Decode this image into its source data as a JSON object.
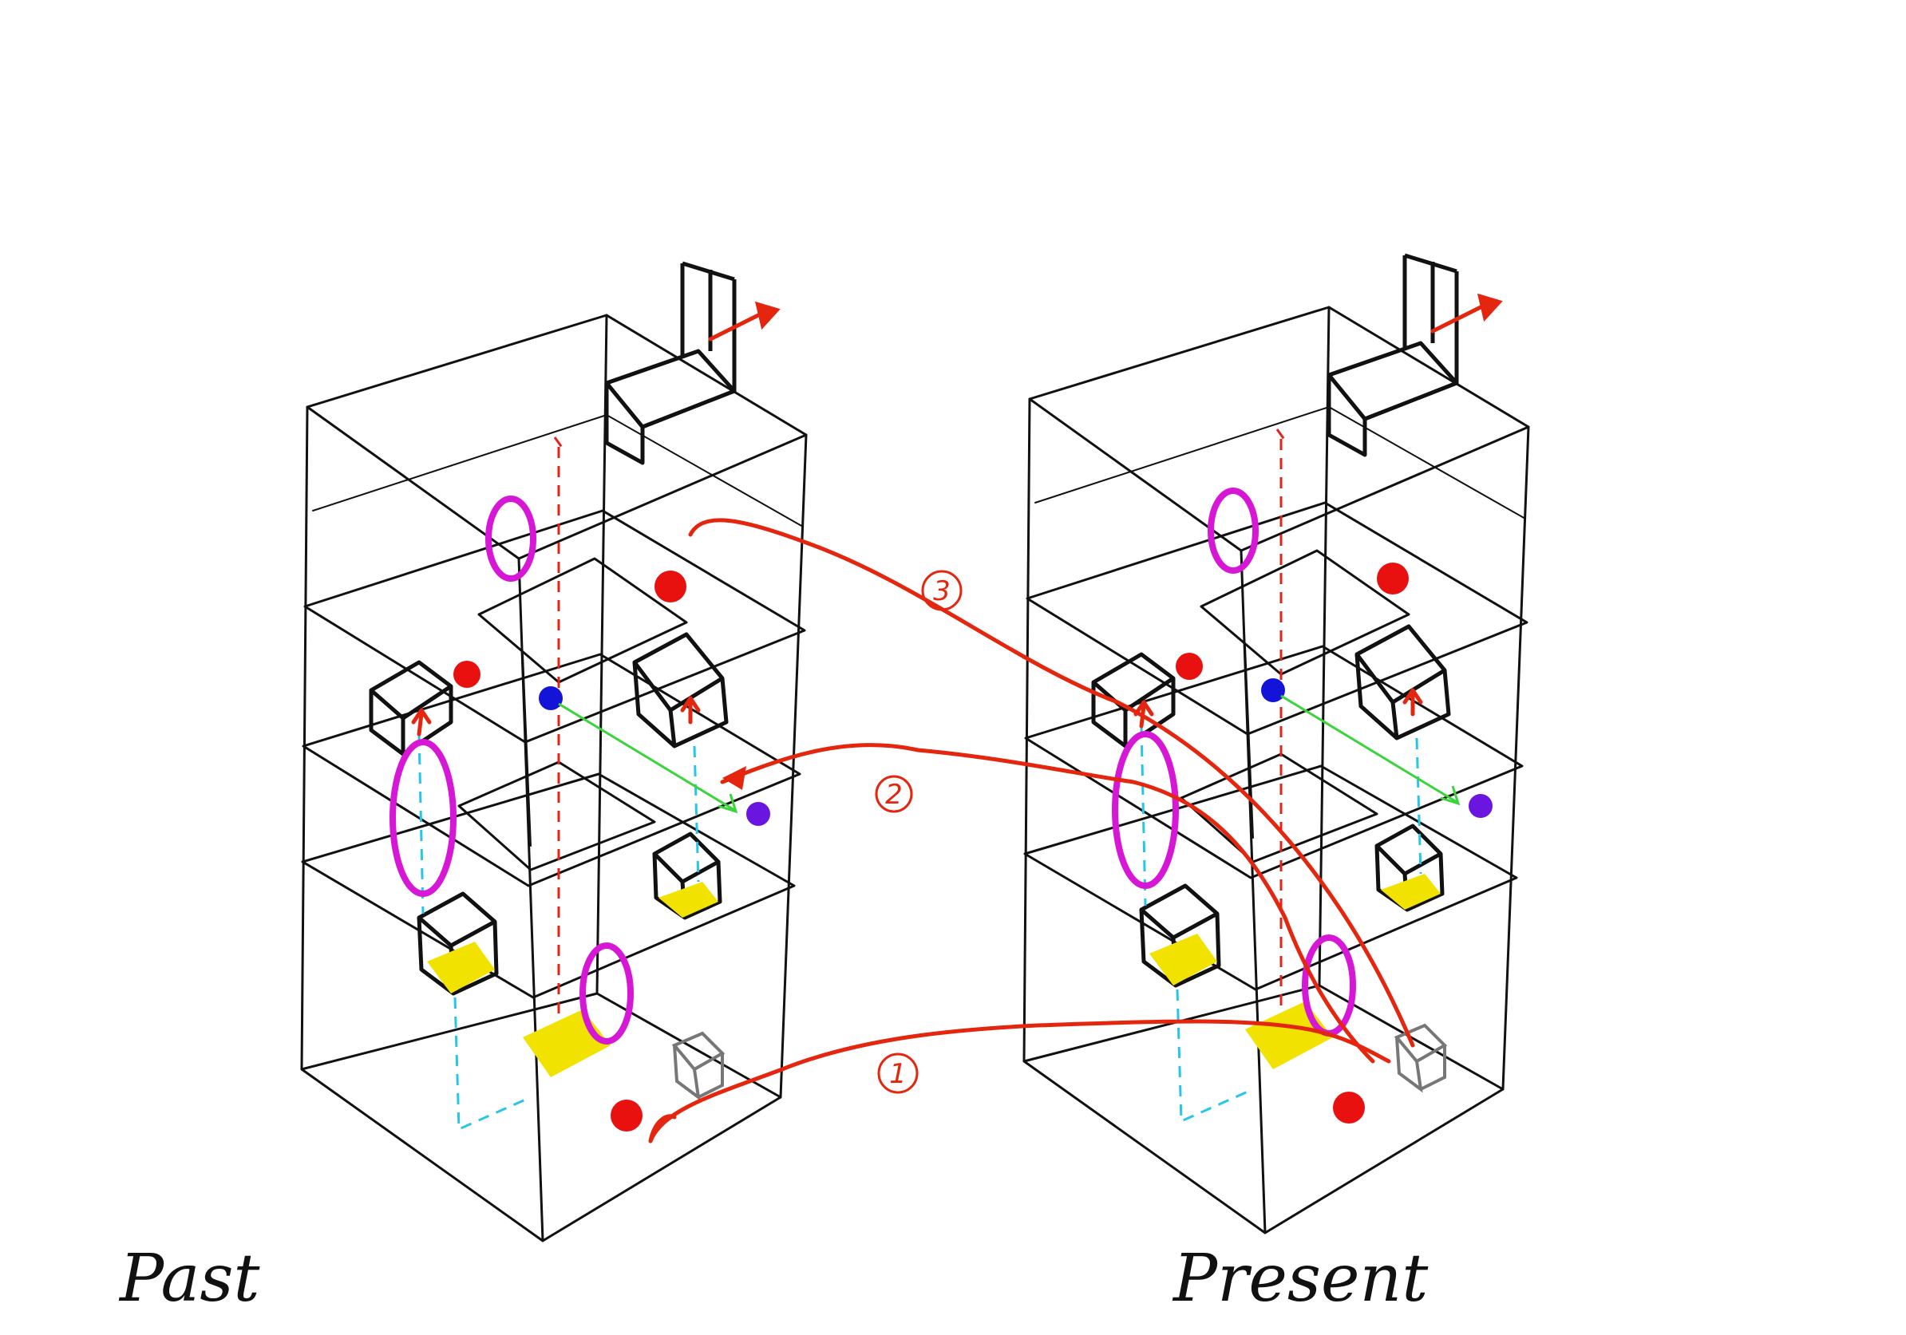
{
  "captions": {
    "left": "Past",
    "right": "Present"
  },
  "routes": [
    {
      "id": "route-1",
      "label": "1"
    },
    {
      "id": "route-2",
      "label": "2"
    },
    {
      "id": "route-3",
      "label": "3"
    }
  ],
  "colors": {
    "ink": "#111111",
    "route": "#e4260f",
    "portal": "#d617d6",
    "red_dot": "#e8110f",
    "blue_dot": "#1414d8",
    "purple_dot": "#6b15e0",
    "yellow_pad": "#f2e200",
    "cyan_guide": "#27c6e8",
    "green_arrow": "#3cd43c"
  }
}
